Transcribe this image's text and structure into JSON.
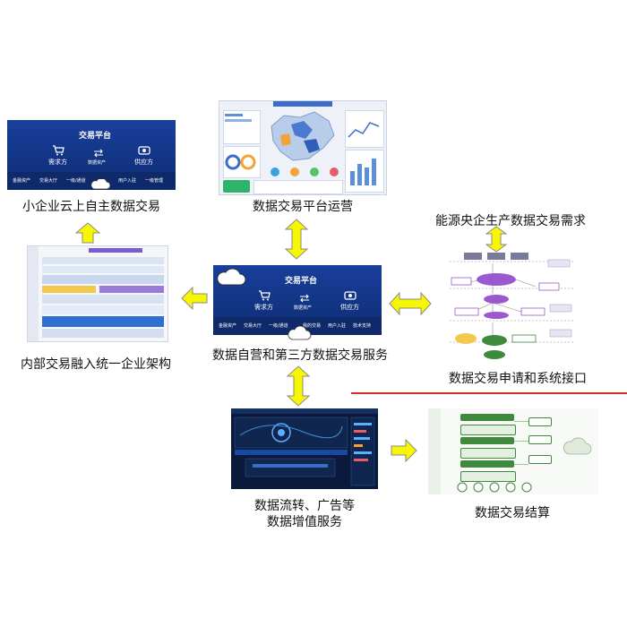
{
  "captions": {
    "small_biz": "小企业云上自主数据交易",
    "platform_ops": "数据交易平台运营",
    "energy_demand": "能源央企生产数据交易需求",
    "self_operated": "数据自营和第三方数据交易服务",
    "internal": "内部交易融入统一企业架构",
    "apply_interface": "数据交易申请和系统接口",
    "value_added_1": "数据流转、广告等",
    "value_added_2": "数据增值服务",
    "settlement": "数据交易结算"
  },
  "top_left_screen": {
    "title": "交易平台",
    "buyer": "需求方",
    "supplier": "供应方",
    "middle": "数据资产",
    "menu": [
      "金融资产",
      "交易大厅",
      "一级/通道",
      "|",
      "用户入驻",
      "一级管理"
    ]
  },
  "center_screen": {
    "title": "交易平台",
    "buyer": "需求方",
    "supplier": "供应方",
    "middle": "数据资产",
    "menu": [
      "金融资产",
      "交易大厅",
      "一级/通道",
      "我的交易",
      "用户入驻",
      "技术支持"
    ]
  },
  "colors": {
    "arrow_fill": "#f7f700",
    "arrow_stroke": "#8a8a8a",
    "screen_blue": "#1a3f9c",
    "dark_dashboard": "#0b1a3a",
    "red_rule": "#d42a2a",
    "purple_node": "#9b59d0",
    "green_node": "#3f8a3c"
  },
  "icons": [
    "cart-icon",
    "exchange-icon",
    "supplier-icon",
    "cloud-icon"
  ]
}
